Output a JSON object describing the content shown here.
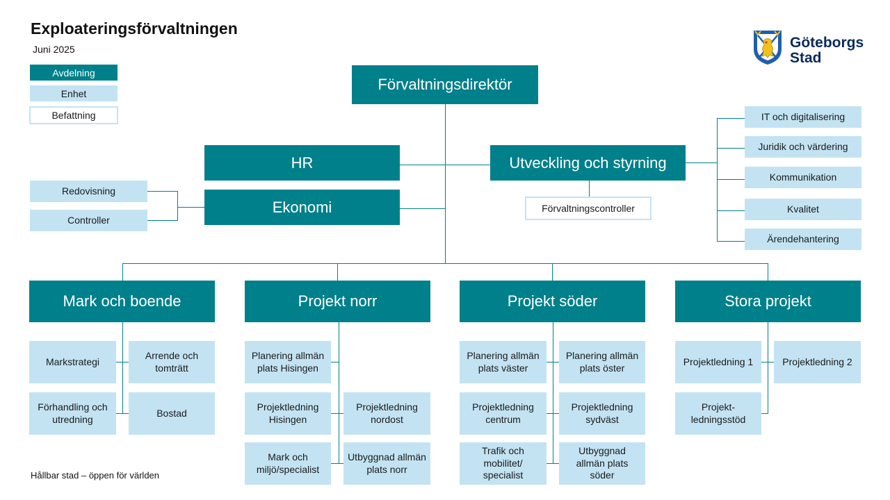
{
  "header": {
    "title": "Exploateringsförvaltningen",
    "date": "Juni 2025"
  },
  "legend": {
    "department": "Avdelning",
    "unit": "Enhet",
    "position": "Befattning"
  },
  "logo": {
    "line1": "Göteborgs",
    "line2": "Stad",
    "icon": "goteborg-coat-of-arms-icon"
  },
  "top": {
    "director": "Förvaltningsdirektör"
  },
  "staff": {
    "hr": "HR",
    "ekonomi": "Ekonomi",
    "ekonomi_units": [
      "Redovisning",
      "Controller"
    ],
    "utveckling": "Utveckling och styrning",
    "utveckling_position": "Förvaltningscontroller",
    "utveckling_units": [
      "IT och digitalisering",
      "Juridik och värdering",
      "Kommunikation",
      "Kvalitet",
      "Ärendehantering"
    ]
  },
  "departments": [
    {
      "name": "Mark och boende",
      "units": [
        "Markstrategi",
        "Arrende och tomträtt",
        "Förhandling och utredning",
        "Bostad"
      ]
    },
    {
      "name": "Projekt norr",
      "units": [
        "Planering allmän plats Hisingen",
        "Projektledning Hisingen",
        "Projektledning nordost",
        "Mark och miljö/specialist",
        "Utbyggnad allmän plats norr"
      ]
    },
    {
      "name": "Projekt söder",
      "units": [
        "Planering allmän plats väster",
        "Planering allmän plats öster",
        "Projektledning centrum",
        "Projektledning sydväst",
        "Trafik och mobilitet/ specialist",
        "Utbyggnad allmän plats söder"
      ]
    },
    {
      "name": "Stora projekt",
      "units": [
        "Projektledning 1",
        "Projektledning 2",
        "Projekt-ledningsstöd"
      ]
    }
  ],
  "footer": {
    "tagline": "Hållbar stad – öppen för världen"
  },
  "colors": {
    "department": "#00808a",
    "unit": "#c3e3f3",
    "position_border": "#c3e3f3",
    "text_on_department": "#ffffff"
  }
}
